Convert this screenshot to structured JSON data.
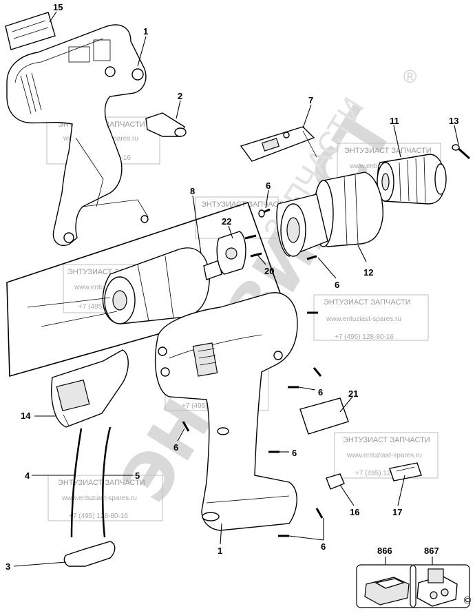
{
  "part_labels": [
    {
      "id": "15",
      "text": "15"
    },
    {
      "id": "1a",
      "text": "1"
    },
    {
      "id": "2",
      "text": "2"
    },
    {
      "id": "7",
      "text": "7"
    },
    {
      "id": "11",
      "text": "11"
    },
    {
      "id": "13",
      "text": "13"
    },
    {
      "id": "8",
      "text": "8"
    },
    {
      "id": "6a",
      "text": "6"
    },
    {
      "id": "22",
      "text": "22"
    },
    {
      "id": "20",
      "text": "20"
    },
    {
      "id": "12",
      "text": "12"
    },
    {
      "id": "6b",
      "text": "6"
    },
    {
      "id": "14",
      "text": "14"
    },
    {
      "id": "6c",
      "text": "6"
    },
    {
      "id": "21",
      "text": "21"
    },
    {
      "id": "6d",
      "text": "6"
    },
    {
      "id": "6e",
      "text": "6"
    },
    {
      "id": "4",
      "text": "4"
    },
    {
      "id": "5",
      "text": "5"
    },
    {
      "id": "16",
      "text": "16"
    },
    {
      "id": "17",
      "text": "17"
    },
    {
      "id": "6f",
      "text": "6"
    },
    {
      "id": "1b",
      "text": "1"
    },
    {
      "id": "3",
      "text": "3"
    },
    {
      "id": "866",
      "text": "866"
    },
    {
      "id": "867",
      "text": "867"
    }
  ],
  "watermark": {
    "company": "ЭНТУЗИАСТ ЗАПЧАСТИ",
    "website": "www.entuziast-spares.ru",
    "phone": "+7 (495) 128-80-16",
    "diagonal_brand": "ЭНТУЗИАСТ",
    "diagonal_brand_sub": "ЗАПЧАСТИ",
    "registered_mark": "®"
  },
  "copyright_mark": "©",
  "colors": {
    "ink": "#000000",
    "watermark": "#a0a0a0",
    "background": "#ffffff"
  }
}
